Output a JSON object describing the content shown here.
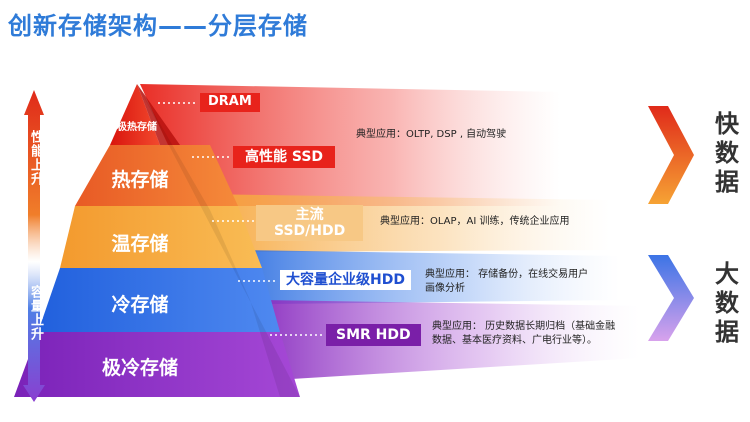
{
  "title": "创新存储架构——分层存储",
  "axis": {
    "up_label": "性能上升",
    "down_label": "容量上升"
  },
  "tiers": [
    {
      "label": "极热存储",
      "badge": "DRAM",
      "application": "典型应用：OLTP, DSP , 自动驾驶"
    },
    {
      "label": "热存储",
      "badge": "高性能 SSD",
      "application": ""
    },
    {
      "label": "温存储",
      "badge_lines": [
        "主流",
        "SSD/HDD"
      ],
      "application": "典型应用：OLAP，AI 训练，传统企业应用"
    },
    {
      "label": "冷存储",
      "badge": "大容量企业级HDD",
      "application_lines": [
        "典型应用： 存储备份，在线交易用户",
        "画像分析"
      ]
    },
    {
      "label": "极冷存储",
      "badge": "SMR HDD",
      "application_lines": [
        "典型应用： 历史数据长期归档（基础金融",
        "数据、基本医疗资料、广电行业等）。"
      ]
    }
  ],
  "right": {
    "fast_data": [
      "快",
      "数",
      "据"
    ],
    "big_data": [
      "大",
      "数",
      "据"
    ]
  },
  "colors": {
    "title": "#2f7bd8",
    "red": "#e8231b",
    "orange": "#f07e2a",
    "amber": "#f6a334",
    "blue": "#2e6fe0",
    "purple": "#8a2fc0",
    "badge_blue_text": "#1f4fd0",
    "badge_purple_bg": "#7a1fa8"
  }
}
